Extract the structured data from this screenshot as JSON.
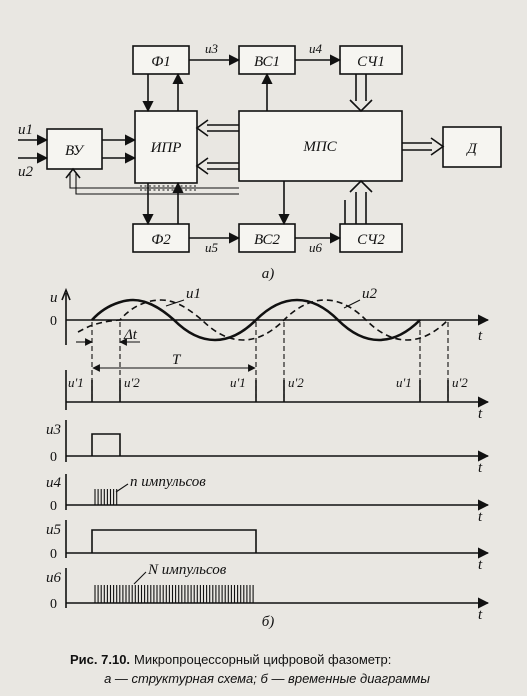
{
  "blocks": {
    "vu": "ВУ",
    "ipr": "ИПР",
    "mps": "МПС",
    "f1": "Ф1",
    "f2": "Ф2",
    "vs1": "ВС1",
    "vs2": "ВС2",
    "sch1": "СЧ1",
    "sch2": "СЧ2",
    "d": "Д"
  },
  "signals": {
    "u1": "u1",
    "u2": "u2",
    "u3": "u3",
    "u4": "u4",
    "u5": "u5",
    "u6": "u6"
  },
  "diagram": {
    "part_a": "а)",
    "part_b": "б)",
    "axis_u": "u",
    "axis_t": "t",
    "zero": "0",
    "delta_t": "Δt",
    "period": "T",
    "n_pulses": "n импульсов",
    "N_pulses": "N импульсов",
    "u1_prime": "u'1",
    "u2_prime": "u'2"
  },
  "caption": {
    "bold": "Рис. 7.10.",
    "title": "Микропроцессорный цифровой фазометр:",
    "line2": "а — структурная схема; б — временные диаграммы"
  }
}
